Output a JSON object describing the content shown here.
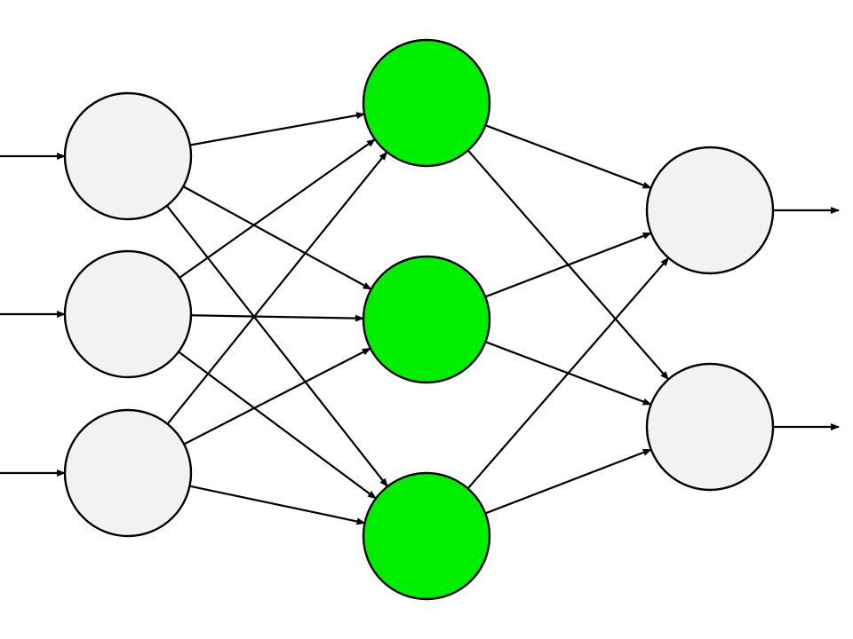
{
  "colors": {
    "background": "#ffffff",
    "input_node_fill": "#f2f2f2",
    "hidden_node_fill": "#00ee00",
    "output_node_fill": "#f2f2f2",
    "stroke": "#000000"
  },
  "network": {
    "layers": [
      {
        "name": "input",
        "node_count": 3,
        "fill_key": "input_node_fill"
      },
      {
        "name": "hidden",
        "node_count": 3,
        "fill_key": "hidden_node_fill"
      },
      {
        "name": "output",
        "node_count": 2,
        "fill_key": "output_node_fill"
      }
    ],
    "connectivity": "fully-connected",
    "input_arrows": 3,
    "output_arrows": 2
  }
}
